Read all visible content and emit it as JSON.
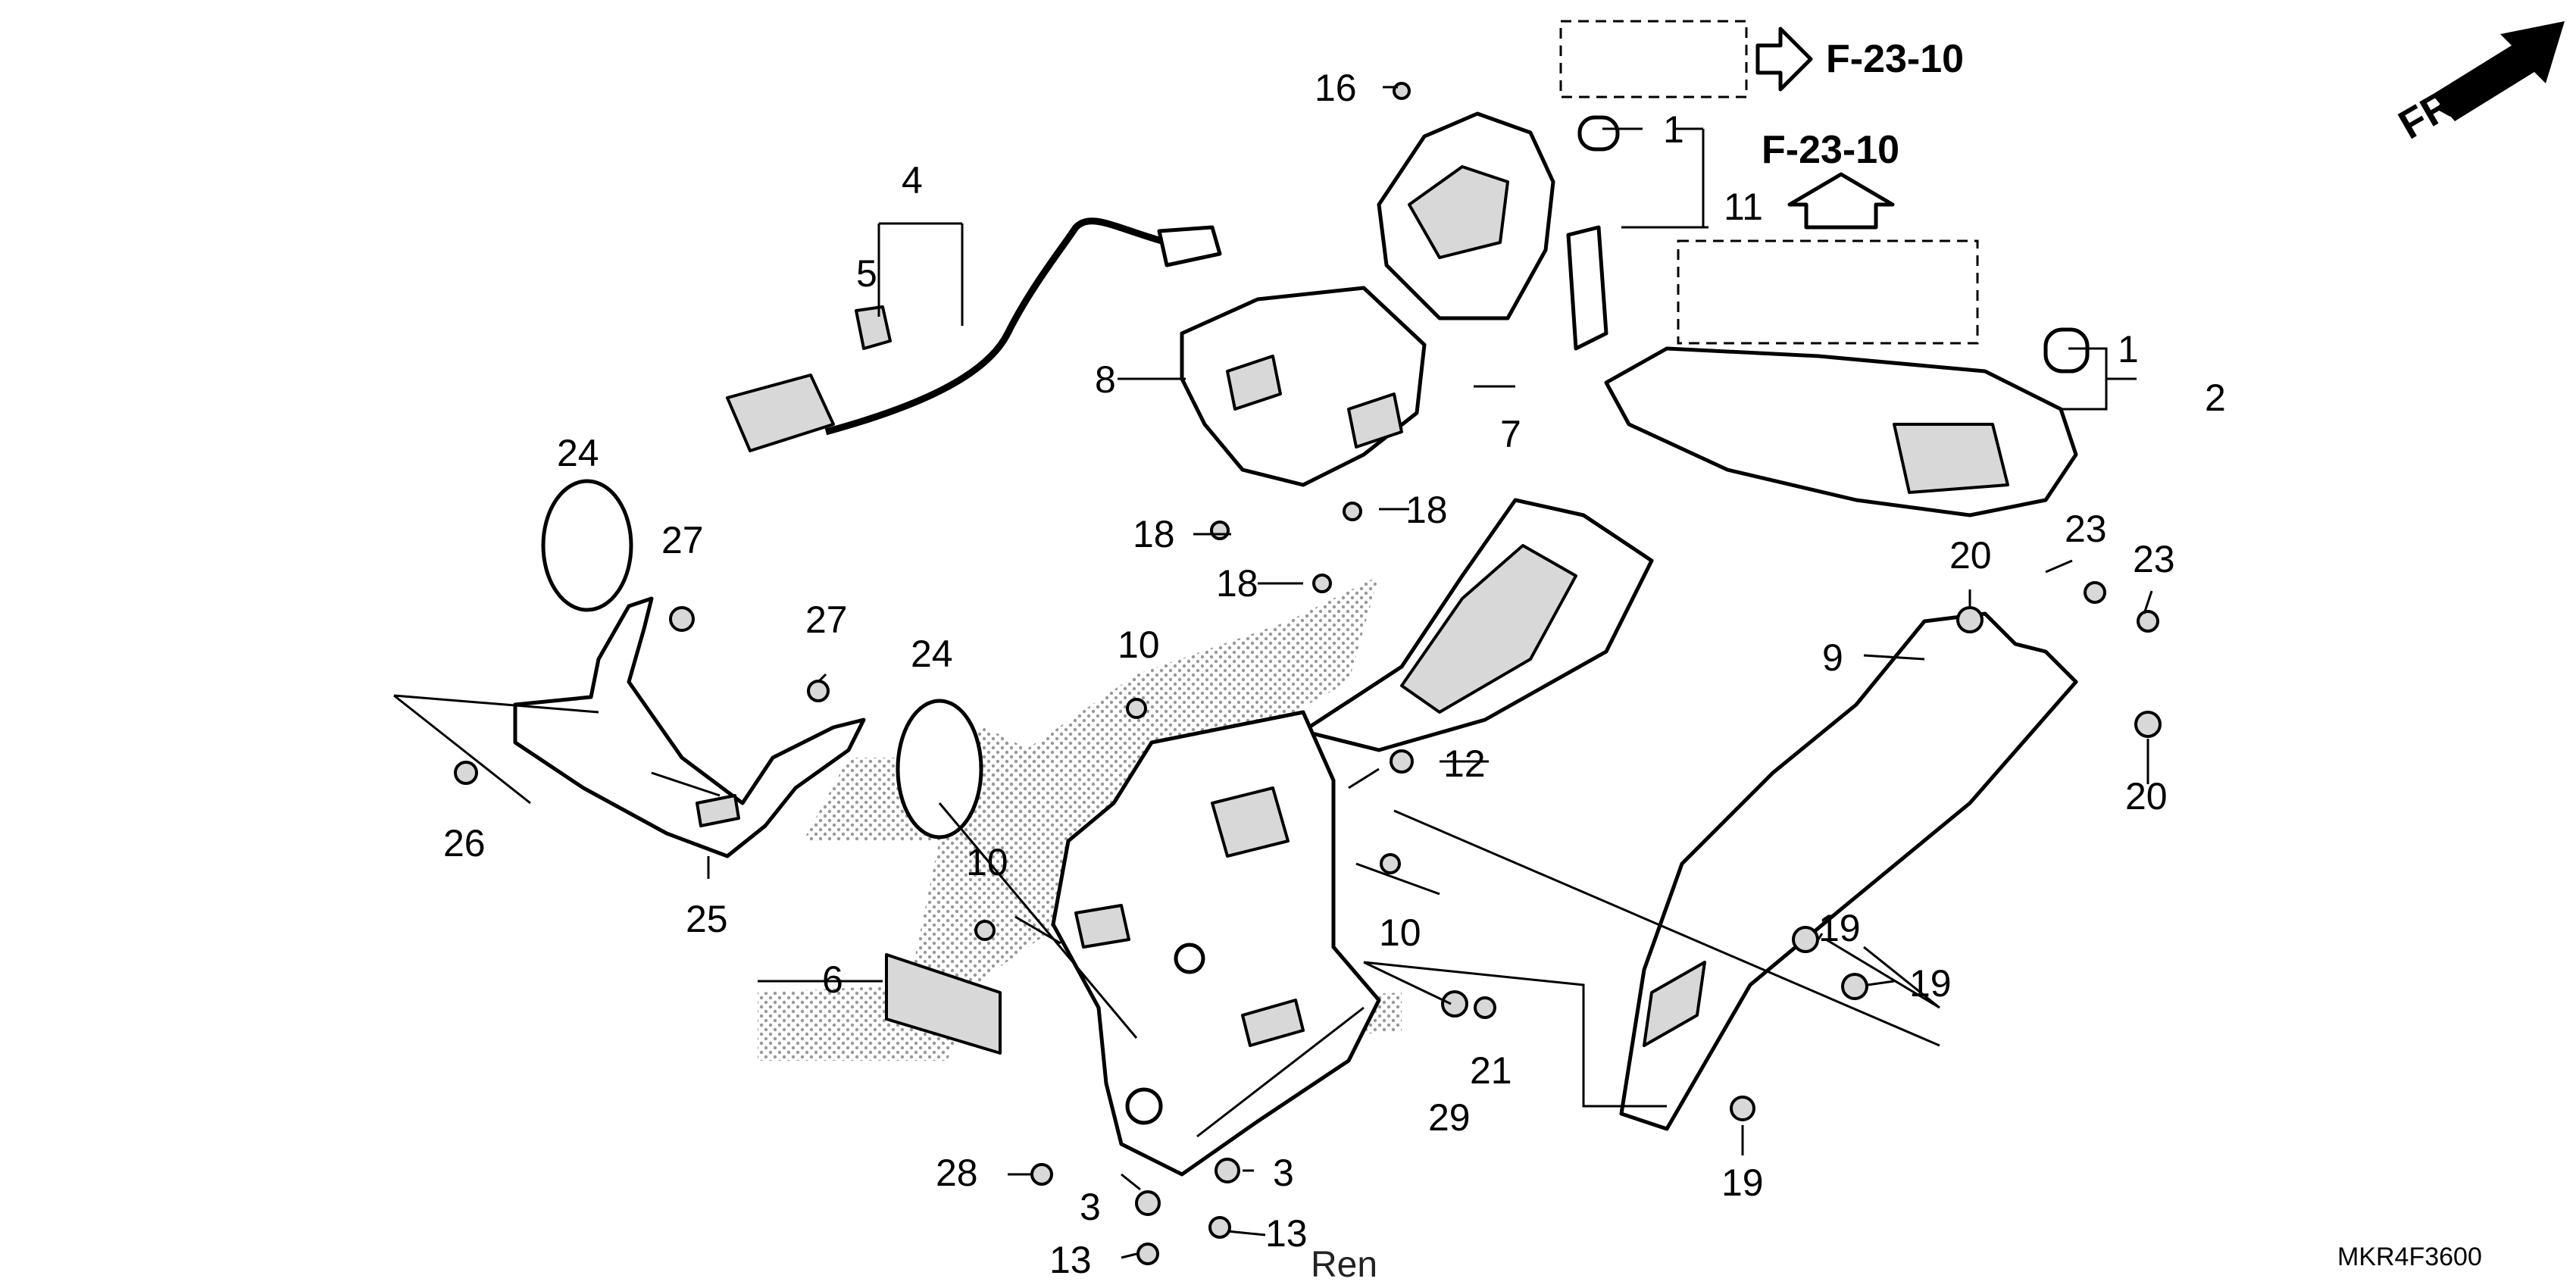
{
  "diagram": {
    "reference_code": "MKR4F3600",
    "watermark": "Ren",
    "direction_marker": "FR.",
    "section_refs": [
      "F-23-10",
      "F-23-10"
    ],
    "callouts": [
      "1",
      "1",
      "2",
      "3",
      "3",
      "4",
      "5",
      "6",
      "7",
      "8",
      "9",
      "10",
      "10",
      "10",
      "11",
      "12",
      "13",
      "13",
      "16",
      "18",
      "18",
      "18",
      "19",
      "19",
      "19",
      "20",
      "20",
      "21",
      "23",
      "23",
      "24",
      "24",
      "25",
      "26",
      "27",
      "27",
      "28",
      "29"
    ]
  }
}
